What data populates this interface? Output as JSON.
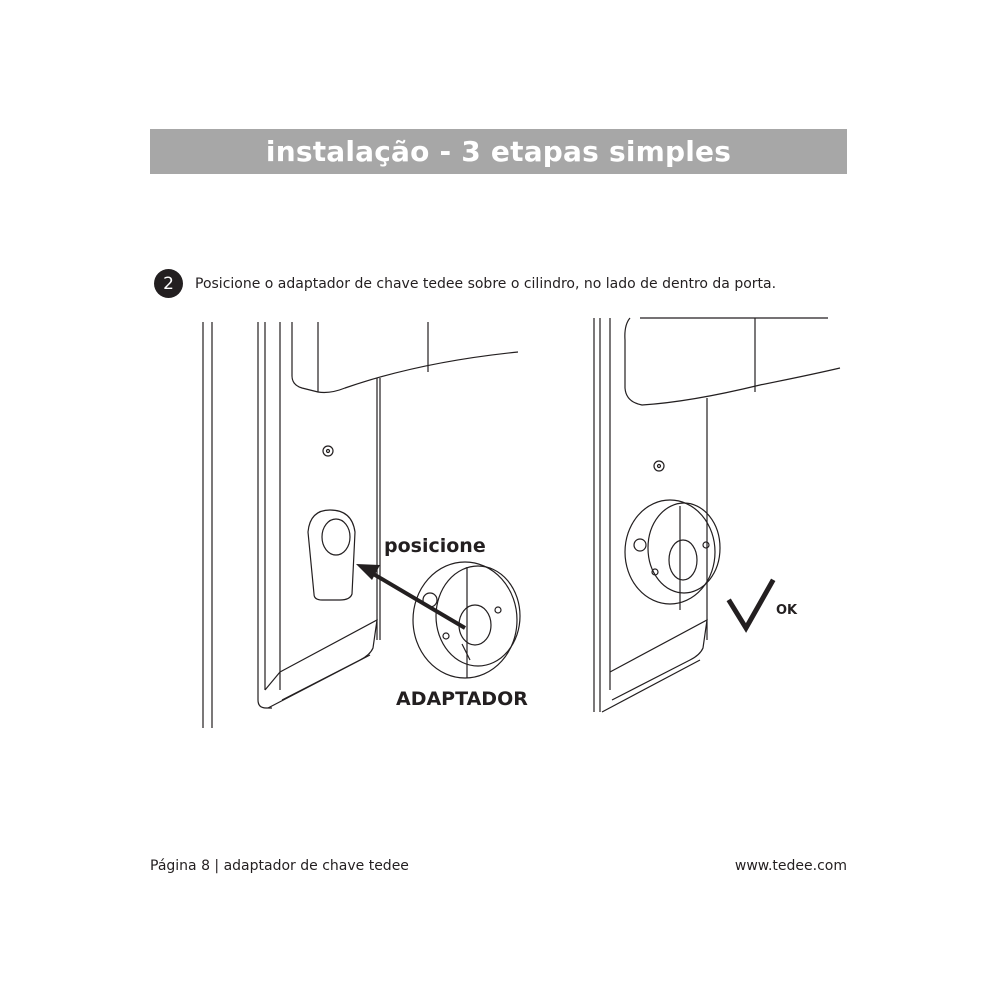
{
  "header": {
    "title": "instalação - 3 etapas simples",
    "bar_color": "#a7a7a7"
  },
  "step": {
    "number": "2",
    "instruction": "Posicione o adaptador de chave tedee sobre o cilindro, no lado de dentro da porta."
  },
  "illustration": {
    "left_panel": {
      "arrow_label": "posicione",
      "part_label": "ADAPTADOR"
    },
    "right_panel": {
      "status_label": "OK",
      "status_icon": "checkmark-icon"
    }
  },
  "footer": {
    "left": "Página 8 | adaptador de chave tedee",
    "right": "www.tedee.com"
  }
}
